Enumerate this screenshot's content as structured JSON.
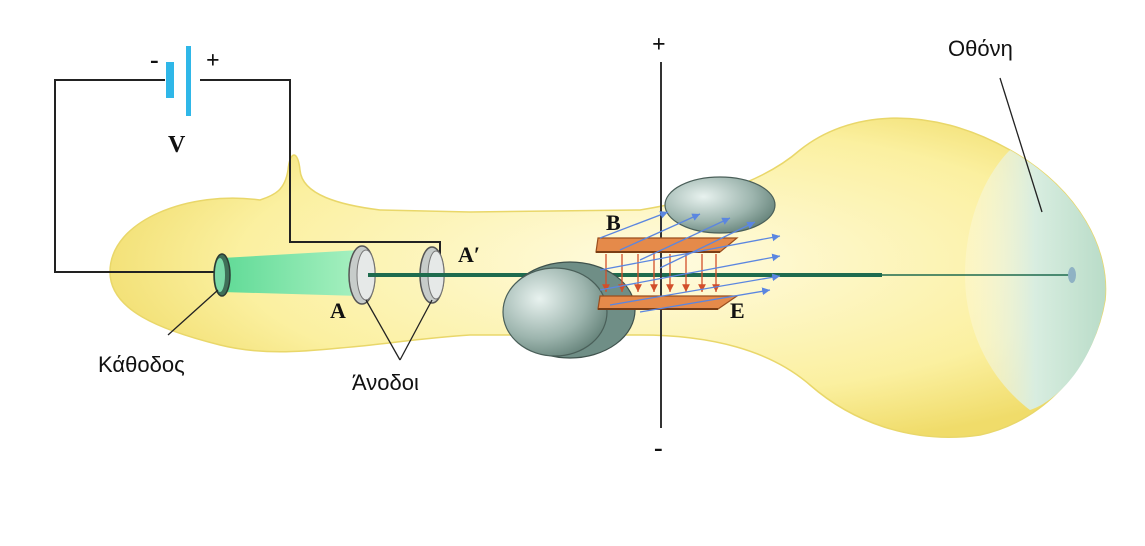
{
  "labels": {
    "battery_minus": "-",
    "battery_plus": "+",
    "voltage": "V",
    "plate_top_sign": "+",
    "plate_bottom_sign": "-",
    "screen": "Οθόνη",
    "cathode": "Κάθοδος",
    "anodes": "Άνοδοι",
    "anode_a": "A",
    "anode_a_prime": "A′",
    "magnetic_field": "B",
    "electric_field": "E"
  },
  "colors": {
    "glass": "#fbf2a8",
    "glass_edge": "#e9d76a",
    "bulb_glow": "#fff9c9",
    "screen": "#cfe7d8",
    "beam": "#1e6b4e",
    "cathode_glow": "#6fe0a6",
    "battery": "#2fb7e8",
    "plate": "#e58a4a",
    "field_arrow_blue": "#5b86e0",
    "field_arrow_red": "#d24f2a",
    "coil": "#9fb5b0",
    "wire": "#222222"
  }
}
